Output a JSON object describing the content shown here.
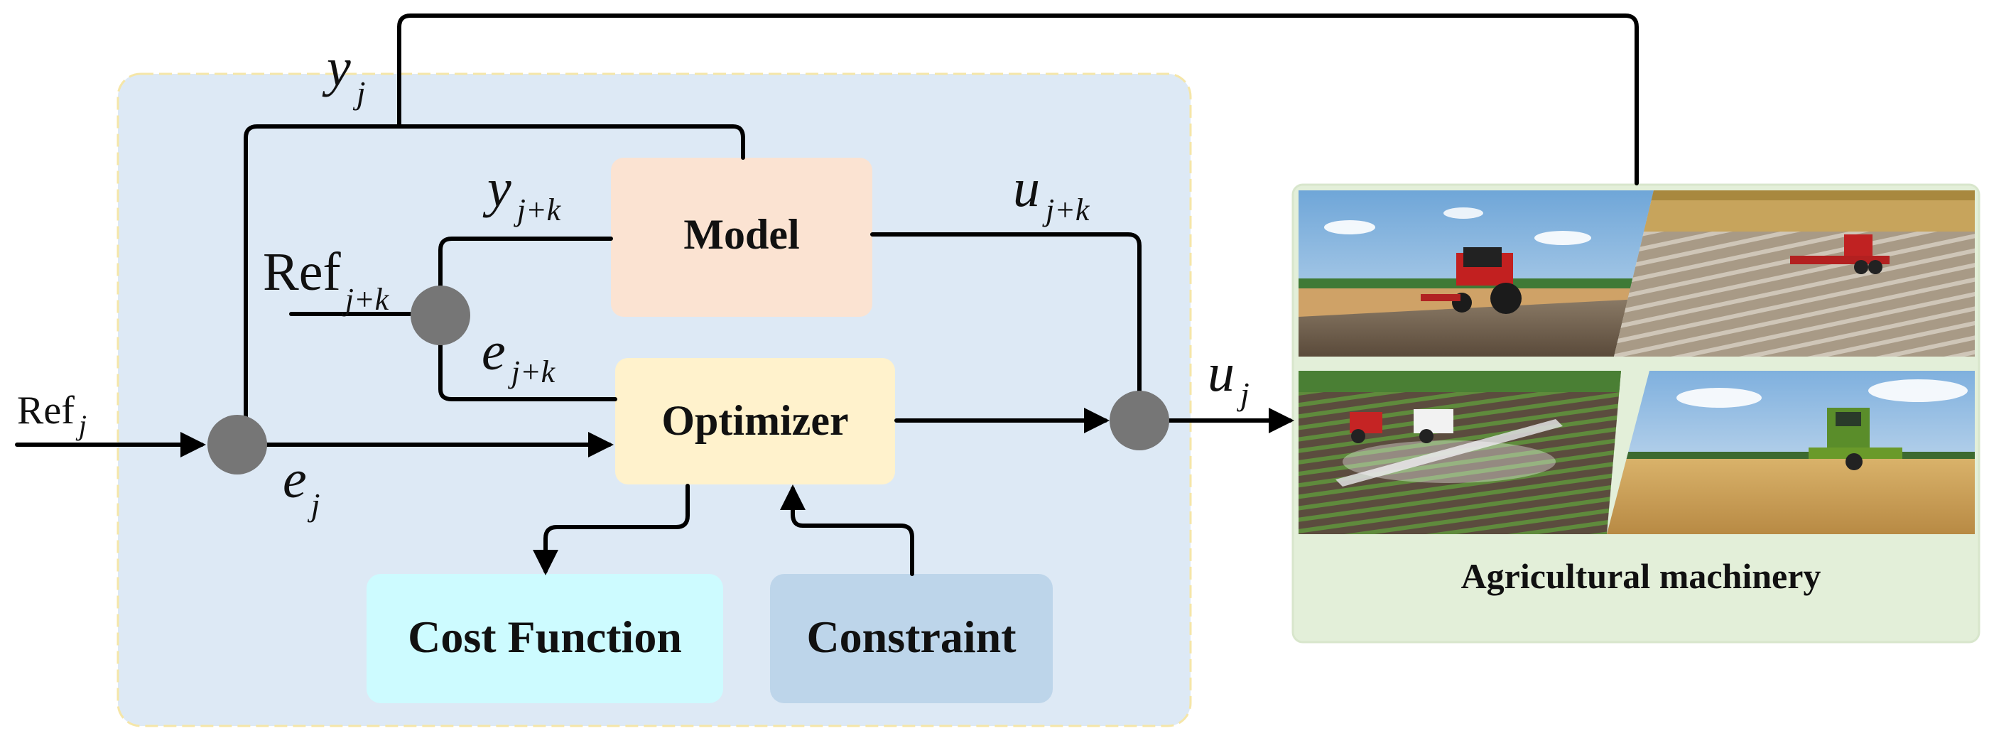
{
  "blocks": {
    "model": "Model",
    "optimizer": "Optimizer",
    "cost_function": "Cost Function",
    "constraint": "Constraint",
    "plant": "Agricultural machinery"
  },
  "signals": {
    "ref_j": {
      "base": "Ref",
      "sub": "j"
    },
    "ref_jk": {
      "base": "Ref",
      "sub": "j+k"
    },
    "y_j": {
      "base": "y",
      "sub": "j"
    },
    "y_jk": {
      "base": "y",
      "sub": "j+k"
    },
    "e_j": {
      "base": "e",
      "sub": "j"
    },
    "e_jk": {
      "base": "e",
      "sub": "j+k"
    },
    "u_j": {
      "base": "u",
      "sub": "j"
    },
    "u_jk": {
      "base": "u",
      "sub": "j+k"
    }
  },
  "photos": [
    "tractor-plowing",
    "seeder-planting",
    "crop-sprayer",
    "combine-harvester"
  ],
  "colors": {
    "controller_bg": "#dde9f5",
    "controller_border": "#f5e6a8",
    "model": "#fbe3d2",
    "optimizer": "#fff2cc",
    "cost_function": "#cdfbff",
    "constraint": "#bdd5ea",
    "plant_bg": "#e3efd9",
    "junction": "#767676"
  }
}
